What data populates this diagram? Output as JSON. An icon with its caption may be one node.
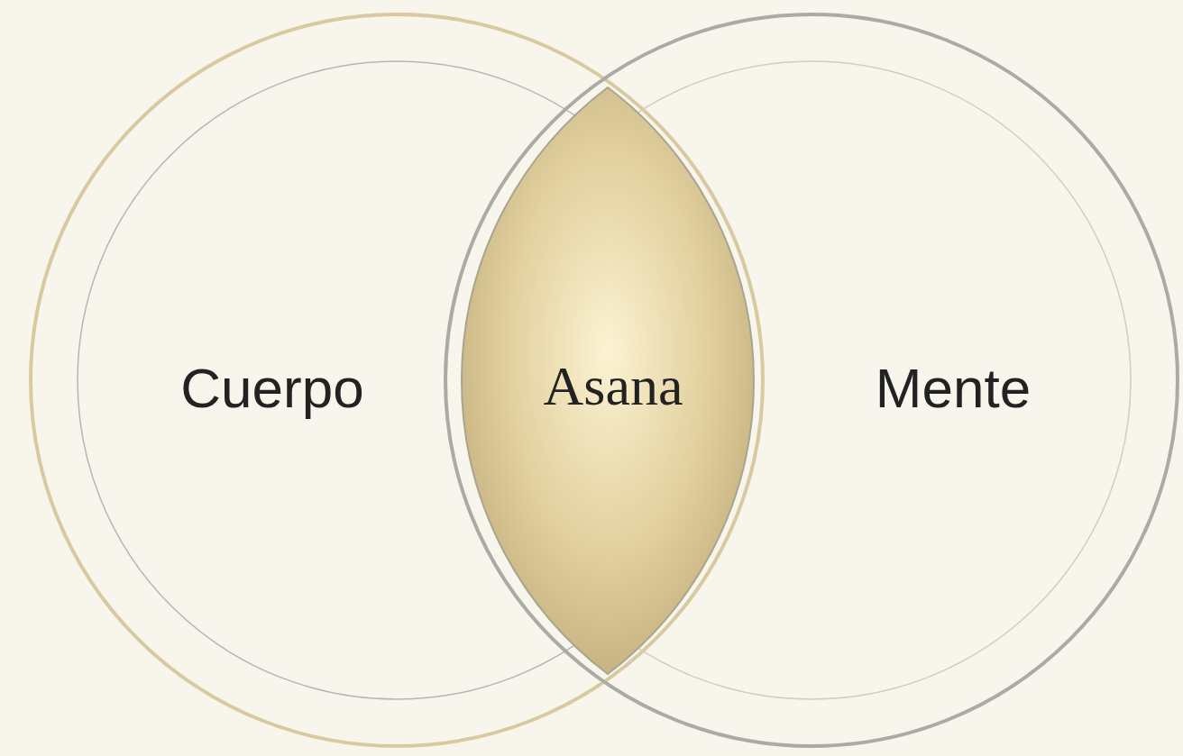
{
  "diagram": {
    "nodes": [
      {
        "text": [
          "Cuerpo"
        ]
      },
      {
        "text": [
          "Asana"
        ]
      },
      {
        "text": [
          "Mente"
        ]
      }
    ]
  }
}
